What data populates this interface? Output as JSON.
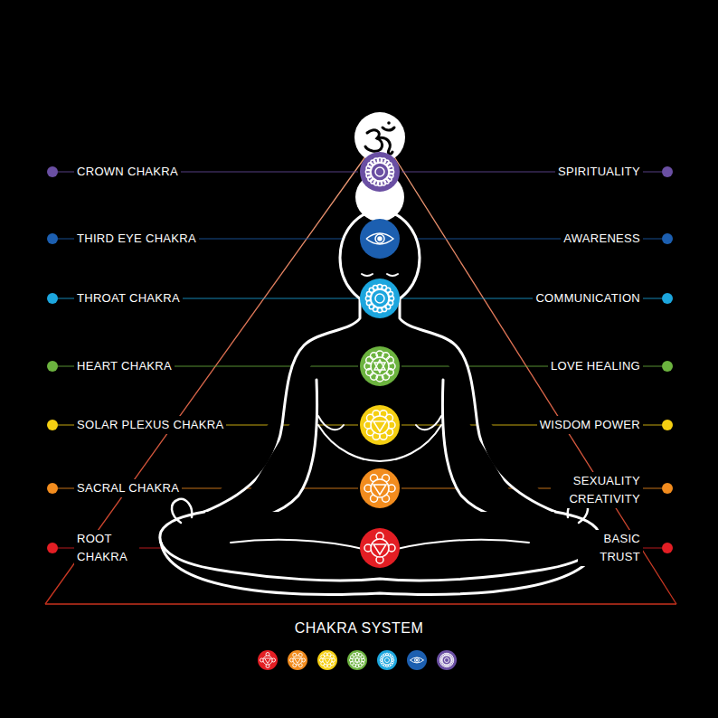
{
  "diagram": {
    "title": "CHAKRA SYSTEM",
    "labels": [
      "CROWN CHAKRA",
      "SPIRITUALITY",
      "THIRD EYE CHAKRA",
      "AWARENESS",
      "THROAT CHAKRA",
      "COMMUNICATION",
      "HEART CHAKRA",
      "LOVE HEALING",
      "SOLAR PLEXUS CHAKRA",
      "WISDOM POWER",
      "SACRAL CHAKRA",
      "SEXUALITY CREATIVITY",
      "ROOT CHAKRA",
      "BASIC TRUST"
    ]
  }
}
